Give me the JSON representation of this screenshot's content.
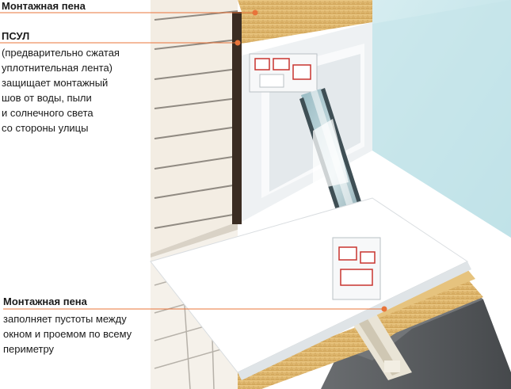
{
  "labels": {
    "foam_top": "Монтажная пена",
    "psul_title": "ПСУЛ",
    "psul_description": "(предварительно сжатая\nуплотнительная лента)\nзащищает  монтажный\nшов от воды, пыли\nи солнечного света\nсо стороны улицы",
    "foam_bottom": "Монтажная пена",
    "foam_bottom_description": "заполняет пустоты между\nокном и проемом по всему\nпериметру"
  },
  "colors": {
    "leader_line": "#e8743a",
    "leader_dot": "#e8743a",
    "foam": "#e0b86a",
    "brick": "#f3ede3",
    "psul": "#3a2c22",
    "pvc": "#f4f6f7",
    "glass": "#6f9aa6",
    "concrete": "#56595c",
    "wall_interior": "#cfe8ec"
  }
}
